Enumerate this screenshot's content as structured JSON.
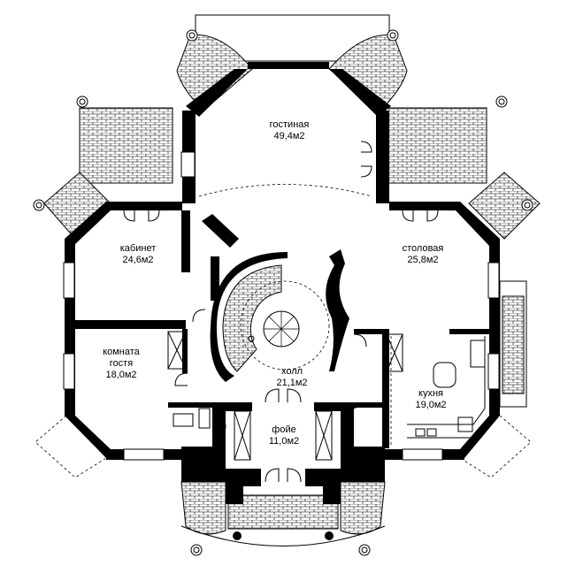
{
  "rooms": {
    "living": {
      "name": "гостиная",
      "area": "49,4м2"
    },
    "office": {
      "name": "кабинет",
      "area": "24,6м2"
    },
    "dining": {
      "name": "столовая",
      "area": "25,8м2"
    },
    "guest": {
      "name_line1": "комната",
      "name_line2": "гостя",
      "area": "18,0м2"
    },
    "hall": {
      "name": "холл",
      "area": "21,1м2"
    },
    "kitchen": {
      "name": "кухня",
      "area": "19,0м2"
    },
    "foyer": {
      "name": "фойе",
      "area": "11,0м2"
    }
  }
}
